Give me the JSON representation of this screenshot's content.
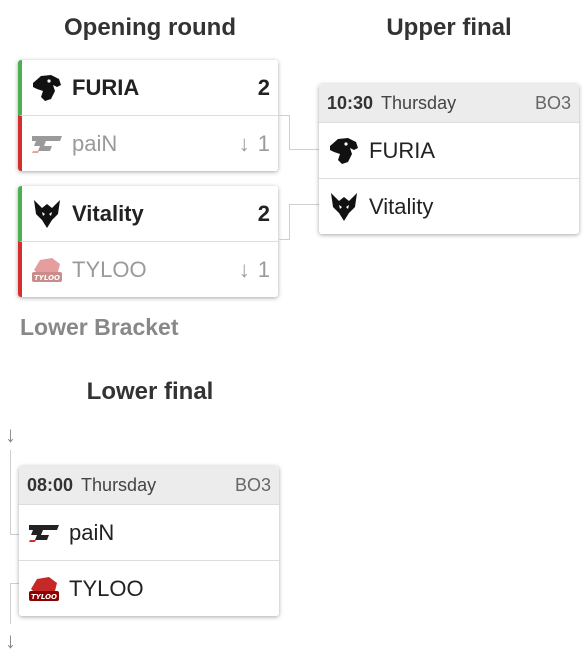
{
  "headings": {
    "opening_round": "Opening round",
    "upper_final": "Upper final",
    "lower_bracket": "Lower Bracket",
    "lower_final": "Lower final"
  },
  "opening": [
    {
      "top": {
        "name": "FURIA",
        "score": "2",
        "icon": "furia-logo-icon"
      },
      "bottom": {
        "name": "paiN",
        "score": "1",
        "icon": "pain-logo-icon"
      }
    },
    {
      "top": {
        "name": "Vitality",
        "score": "2",
        "icon": "vitality-logo-icon"
      },
      "bottom": {
        "name": "TYLOO",
        "score": "1",
        "icon": "tyloo-logo-icon"
      }
    }
  ],
  "upper_final": {
    "time": "10:30",
    "day": "Thursday",
    "format": "BO3",
    "team1": {
      "name": "FURIA",
      "icon": "furia-logo-icon"
    },
    "team2": {
      "name": "Vitality",
      "icon": "vitality-logo-icon"
    }
  },
  "lower_final": {
    "time": "08:00",
    "day": "Thursday",
    "format": "BO3",
    "team1": {
      "name": "paiN",
      "icon": "pain-logo-icon"
    },
    "team2": {
      "name": "TYLOO",
      "icon": "tyloo-logo-icon"
    }
  },
  "colors": {
    "win": "#4caf50",
    "lose": "#d32f2f",
    "tyloo": "#c62828"
  }
}
